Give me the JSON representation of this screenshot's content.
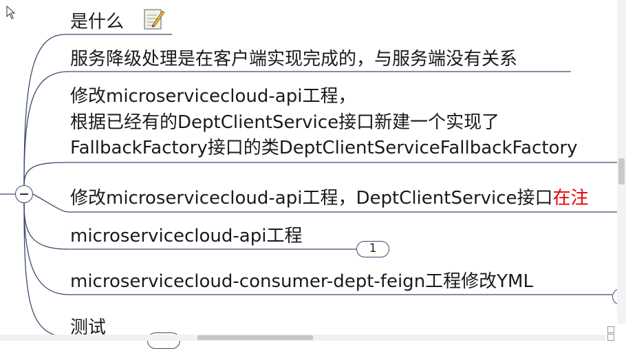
{
  "mindmap": {
    "nodes": [
      {
        "id": "what-is",
        "text": "是什么"
      },
      {
        "id": "client-side",
        "text": "服务降级处理是在客户端实现完成的，与服务端没有关系"
      },
      {
        "id": "modify-api-1-line1",
        "text": "修改microservicecloud-api工程，"
      },
      {
        "id": "modify-api-1-line2",
        "text": "根据已经有的DeptClientService接口新建一个实现了"
      },
      {
        "id": "modify-api-1-line3",
        "text": "FallbackFactory接口的类DeptClientServiceFallbackFactory"
      },
      {
        "id": "modify-api-2",
        "text": "修改microservicecloud-api工程，DeptClientService接口",
        "red_suffix": "在注"
      },
      {
        "id": "api-project",
        "text": "microservicecloud-api工程"
      },
      {
        "id": "consumer-feign",
        "text": "microservicecloud-consumer-dept-feign工程修改YML"
      },
      {
        "id": "test",
        "text": "测试"
      }
    ],
    "collapsed_count": "1",
    "icons": {
      "note": "note-pencil-icon",
      "collapse": "minus-circle-icon",
      "cursor": "mouse-pointer-icon"
    },
    "colors": {
      "branch_line": "#3a4a6a",
      "text": "#1a1a1a",
      "highlight_red": "#e60000"
    }
  }
}
